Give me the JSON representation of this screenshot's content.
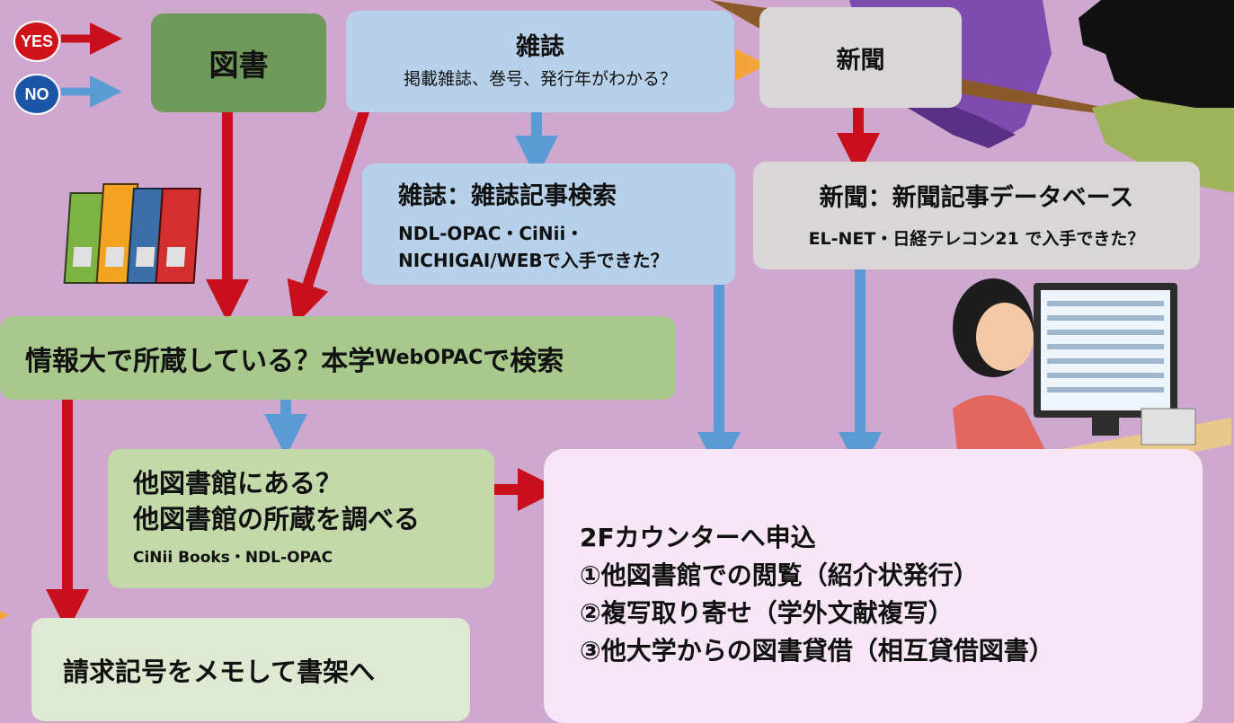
{
  "legend": {
    "yes": "YES",
    "no": "NO",
    "yes_color": "#d0121b",
    "no_color": "#1b55a8"
  },
  "nodes": {
    "tosho": "図書",
    "zasshi_title": "雑誌",
    "zasshi_question": "掲載雑誌、巻号、発行年がわかる？",
    "shinbun": "新聞",
    "zasshi_search_title": "雑誌：雑誌記事検索",
    "zasshi_search_line1": "NDL-OPAC・CiNii・",
    "zasshi_search_line2": "NICHIGAI/WEBで入手できた？",
    "shinbun_search_title": "新聞：新聞記事データベース",
    "shinbun_search_sub": "EL-NET・日経テレコン21 で入手できた？",
    "campus_search_main": "情報大で所蔵している？本学",
    "campus_search_small": "WebOPAC",
    "campus_search_end": "で検索",
    "other_lib_line1": "他図書館にある？",
    "other_lib_line2": "他図書館の所蔵を調べる",
    "other_lib_sub": "CiNii Books・NDL-OPAC",
    "call_number": "請求記号をメモして書架へ",
    "counter_title": "2Fカウンターへ申込",
    "counter_item1": "①他図書館での閲覧（紹介状発行）",
    "counter_item2": "②複写取り寄せ（学外文献複写）",
    "counter_item3": "③他大学からの図書貸借（相互貸借図書）"
  },
  "colors": {
    "background": "#cfa8d0",
    "yes_arrow": "#c8101c",
    "no_arrow": "#5b9bd5",
    "orange_arrow": "#f3a43a"
  }
}
